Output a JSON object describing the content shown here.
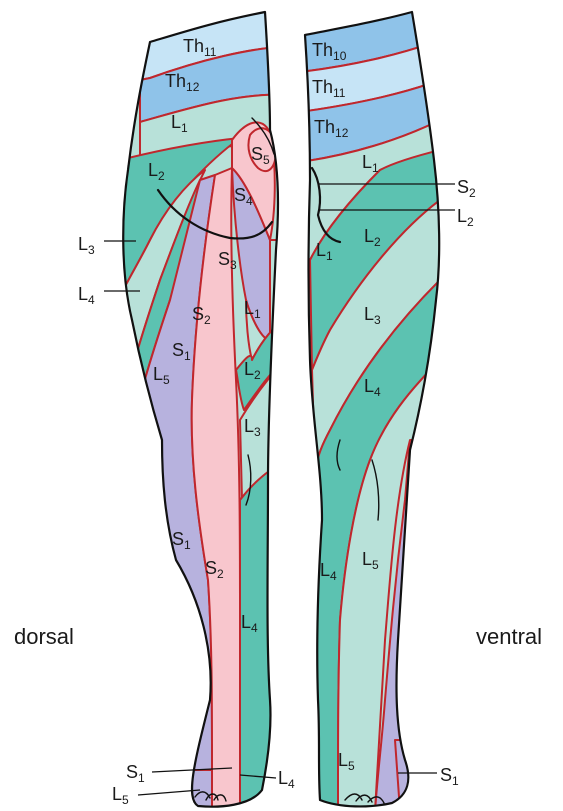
{
  "views": {
    "dorsal": "dorsal",
    "ventral": "ventral"
  },
  "colors": {
    "teal_dark": "#5cc2b1",
    "teal_light": "#b8e1d9",
    "blue_mid": "#8fc3e9",
    "blue_light": "#c6e4f6",
    "lavender": "#b7b2de",
    "pink": "#f8c6cd",
    "border_red": "#c0272d"
  },
  "dorsal_labels": {
    "th11": {
      "main": "Th",
      "sub": "11"
    },
    "th12": {
      "main": "Th",
      "sub": "12"
    },
    "l1": {
      "main": "L",
      "sub": "1"
    },
    "l2": {
      "main": "L",
      "sub": "2"
    },
    "s5": {
      "main": "S",
      "sub": "5"
    },
    "s4": {
      "main": "S",
      "sub": "4"
    },
    "s3": {
      "main": "S",
      "sub": "3"
    },
    "l3_out": {
      "main": "L",
      "sub": "3"
    },
    "l4_out": {
      "main": "L",
      "sub": "4"
    },
    "s2_thigh": {
      "main": "S",
      "sub": "2"
    },
    "l1_inner": {
      "main": "L",
      "sub": "1"
    },
    "s1_thigh": {
      "main": "S",
      "sub": "1"
    },
    "l5_thigh": {
      "main": "L",
      "sub": "5"
    },
    "l2_inner": {
      "main": "L",
      "sub": "2"
    },
    "l3_inner": {
      "main": "L",
      "sub": "3"
    },
    "s1_calf": {
      "main": "S",
      "sub": "1"
    },
    "s2_calf": {
      "main": "S",
      "sub": "2"
    },
    "l4_calf": {
      "main": "L",
      "sub": "4"
    },
    "s1_foot": {
      "main": "S",
      "sub": "1"
    },
    "l5_foot": {
      "main": "L",
      "sub": "5"
    },
    "l4_foot": {
      "main": "L",
      "sub": "4"
    }
  },
  "ventral_labels": {
    "th10": {
      "main": "Th",
      "sub": "10"
    },
    "th11": {
      "main": "Th",
      "sub": "11"
    },
    "th12": {
      "main": "Th",
      "sub": "12"
    },
    "l1_hip": {
      "main": "L",
      "sub": "1"
    },
    "s2_out": {
      "main": "S",
      "sub": "2"
    },
    "l2_out": {
      "main": "L",
      "sub": "2"
    },
    "l1_groin": {
      "main": "L",
      "sub": "1"
    },
    "l2_thigh": {
      "main": "L",
      "sub": "2"
    },
    "l3_thigh": {
      "main": "L",
      "sub": "3"
    },
    "l4_knee": {
      "main": "L",
      "sub": "4"
    },
    "l4_shin": {
      "main": "L",
      "sub": "4"
    },
    "l5_shin": {
      "main": "L",
      "sub": "5"
    },
    "l5_foot": {
      "main": "L",
      "sub": "5"
    },
    "s1_foot": {
      "main": "S",
      "sub": "1"
    }
  }
}
